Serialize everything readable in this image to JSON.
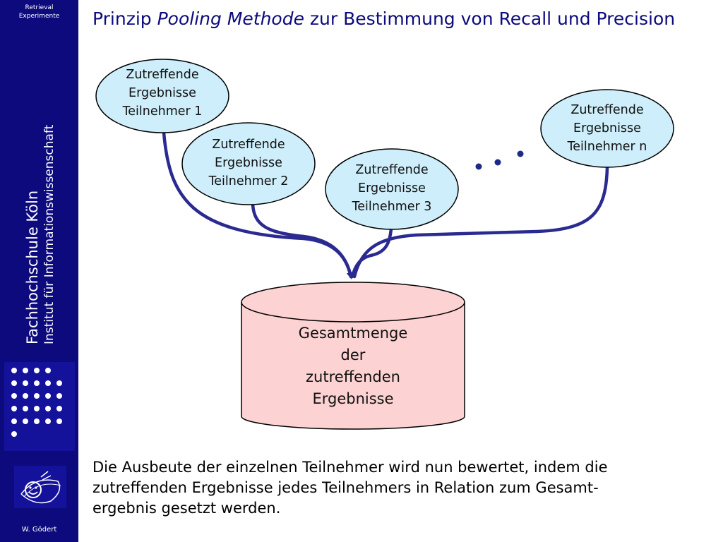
{
  "sidebar": {
    "top_label": "Retrieval\nExperimente",
    "institution": "Fachhochschule Köln",
    "department": "Institut für Informationswissenschaft",
    "author": "W. Gödert"
  },
  "title": {
    "prefix": "Prinzip ",
    "emphasis": "Pooling Methode",
    "suffix": " zur Bestimmung von Recall und Precision"
  },
  "diagram": {
    "participants": [
      {
        "label": "Zutreffende\nErgebnisse\nTeilnehmer 1"
      },
      {
        "label": "Zutreffende\nErgebnisse\nTeilnehmer 2"
      },
      {
        "label": "Zutreffende\nErgebnisse\nTeilnehmer 3"
      },
      {
        "label": "Zutreffende\nErgebnisse\nTeilnehmer n"
      }
    ],
    "pool": "Gesamtmenge\nder\nzutreffenden\nErgebnisse",
    "colors": {
      "participant_fill": "#cdeefa",
      "pool_fill": "#fcd2d2",
      "arrow": "#2a2a90",
      "ellipsis": "#1e2a8a"
    }
  },
  "description": "Die Ausbeute der einzelnen Teilnehmer wird nun bewertet, indem die\nzutreffenden Ergebnisse jedes Teilnehmers in Relation zum Gesamt-\nergebnis gesetzt werden."
}
